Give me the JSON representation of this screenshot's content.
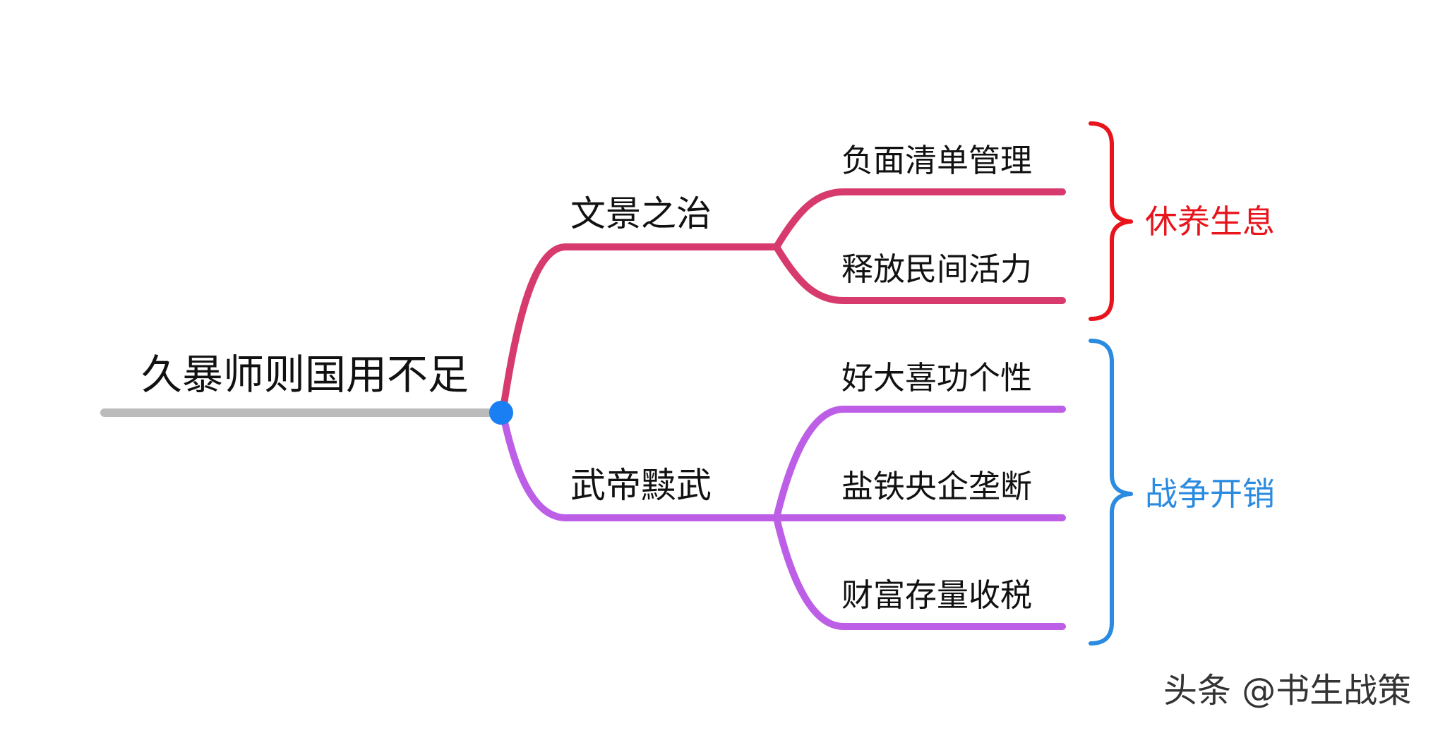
{
  "mindmap": {
    "root": {
      "label": "久暴师则国用不足"
    },
    "branches": [
      {
        "label": "文景之治",
        "color": "#d73a6c",
        "leaves": [
          "负面清单管理",
          "释放民间活力"
        ],
        "group": {
          "label": "休养生息",
          "color": "#e8141c"
        }
      },
      {
        "label": "武帝黩武",
        "color": "#bd5fe6",
        "leaves": [
          "好大喜功个性",
          "盐铁央企垄断",
          "财富存量收税"
        ],
        "group": {
          "label": "战争开销",
          "color": "#2a8be0"
        }
      }
    ]
  },
  "colors": {
    "root_line": "#bbbbbb",
    "node_dot": "#1a7ff2"
  },
  "watermark": "头条 @书生战策"
}
